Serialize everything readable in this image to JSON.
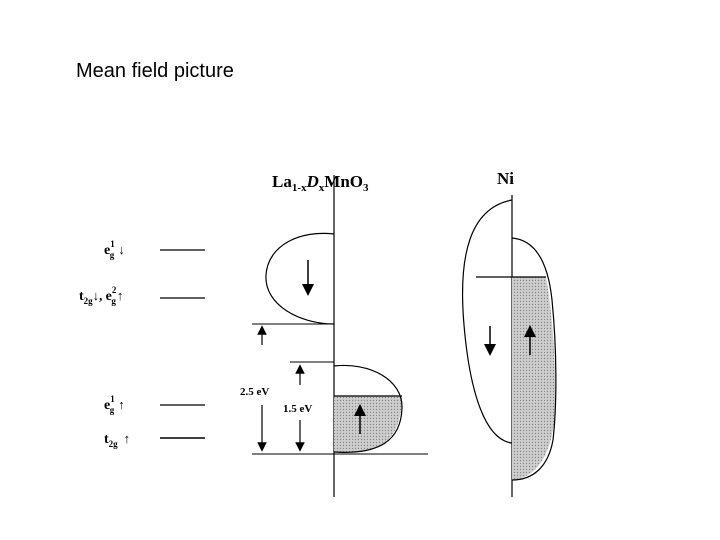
{
  "slide": {
    "title": "Mean field picture"
  },
  "diagram": {
    "compound_main": "La",
    "compound_sub1": "1-x",
    "compound_D": "D",
    "compound_sub2": "x",
    "compound_mid": "MnO",
    "compound_sub3": "3",
    "metal": "Ni",
    "levels": [
      {
        "base": "e",
        "sup": "1",
        "sub": "g",
        "arrow": "↓"
      },
      {
        "base": "t",
        "sub": "2g",
        "arrow": "↓, ",
        "base2": "e",
        "sup2": "2",
        "sub2": "g",
        "arrow2": "↑"
      },
      {
        "base": "e",
        "sup": "1",
        "sub": "g",
        "arrow": "↑"
      },
      {
        "base": "t",
        "sub": "2g",
        "arrow": "↑"
      }
    ],
    "gap_large": "2.5 eV",
    "gap_small": "1.5 eV",
    "colors": {
      "ink": "#000000",
      "shade": "#bdbdbd"
    }
  }
}
